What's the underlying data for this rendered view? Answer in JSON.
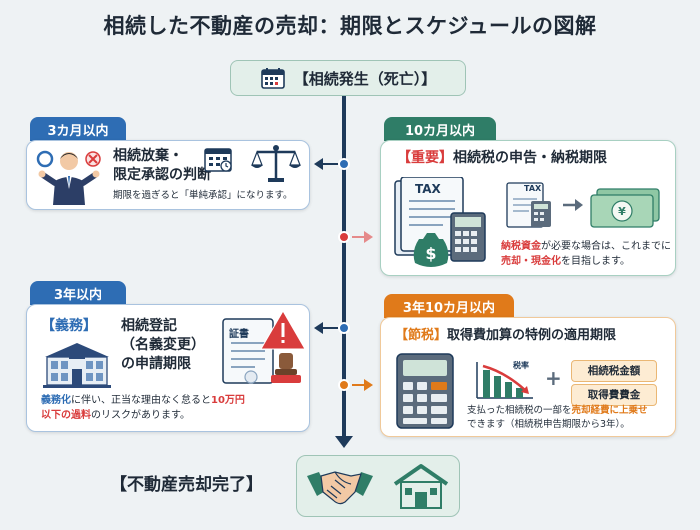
{
  "title": "相続した不動産の売却：期限とスケジュールの図解",
  "start_label": "【相続発生（死亡）】",
  "end_label": "【不動産売却完了】",
  "colors": {
    "navy": "#1e3a5a",
    "blue_tab": "#2e6db4",
    "green_tab": "#2f7d67",
    "orange_tab": "#e07a1a",
    "red": "#d93c3c"
  },
  "card_3m": {
    "tab": "3カ月以内",
    "heading_line1": "相続放棄・",
    "heading_line2": "限定承認の判断",
    "note": "期限を過ぎると「単純承認」になります。"
  },
  "card_10m": {
    "tab": "10カ月以内",
    "heading_prefix": "【重要】",
    "heading_rest": "相続税の申告・納税期限",
    "tax_doc_label": "TAX",
    "tax_small_label": "TAX",
    "note_part1": "納税資金",
    "note_part2": "が必要な場合は、これま",
    "note_part3": "でに",
    "note_part4": "売却・現金化",
    "note_part5": "を目指します。"
  },
  "card_3y": {
    "tab": "3年以内",
    "heading_prefix": "【義務】",
    "heading_line1": "相続登記",
    "heading_line2": "（名義変更）",
    "heading_line3": "の申請期限",
    "doc_label": "証書",
    "note_part1": "義務化",
    "note_part2": "に伴い、正当な理由なく怠ると",
    "note_part3": "10万円",
    "note_part4": "以下の過料",
    "note_part5": "のリスクがあります。"
  },
  "card_3y10m": {
    "tab": "3年10カ月以内",
    "heading_prefix": "【節税】",
    "heading_rest": "取得費加算の特例の適用期限",
    "chart_label": "税率",
    "plus": "+",
    "pill1": "相続税金額",
    "pill2": "取得費費金",
    "note_part1": "支払った相続税の一部を",
    "note_part2": "売却経費に上乗せ",
    "note_part3": "できます（相続税申告期限から3年）。"
  }
}
